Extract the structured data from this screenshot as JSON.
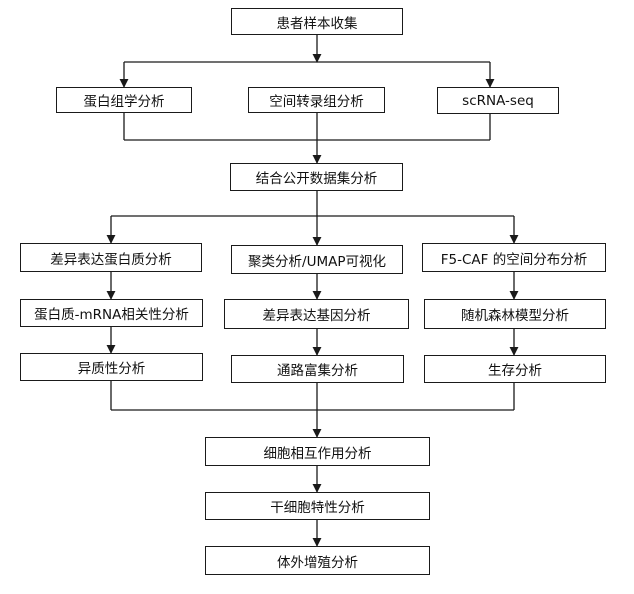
{
  "flowchart": {
    "collect": "患者样本收集",
    "methods": [
      "蛋白组学分析",
      "空间转录组分析",
      "scRNA-seq"
    ],
    "integrate": "结合公开数据集分析",
    "branch_left": [
      "差异表达蛋白质分析",
      "蛋白质-mRNA相关性分析",
      "异质性分析"
    ],
    "branch_middle": [
      "聚类分析/UMAP可视化",
      "差异表达基因分析",
      "通路富集分析"
    ],
    "branch_right": [
      "F5-CAF 的空间分布分析",
      "随机森林模型分析",
      "生存分析"
    ],
    "cell_interaction": "细胞相互作用分析",
    "stemness": "干细胞特性分析",
    "proliferation": "体外增殖分析"
  }
}
